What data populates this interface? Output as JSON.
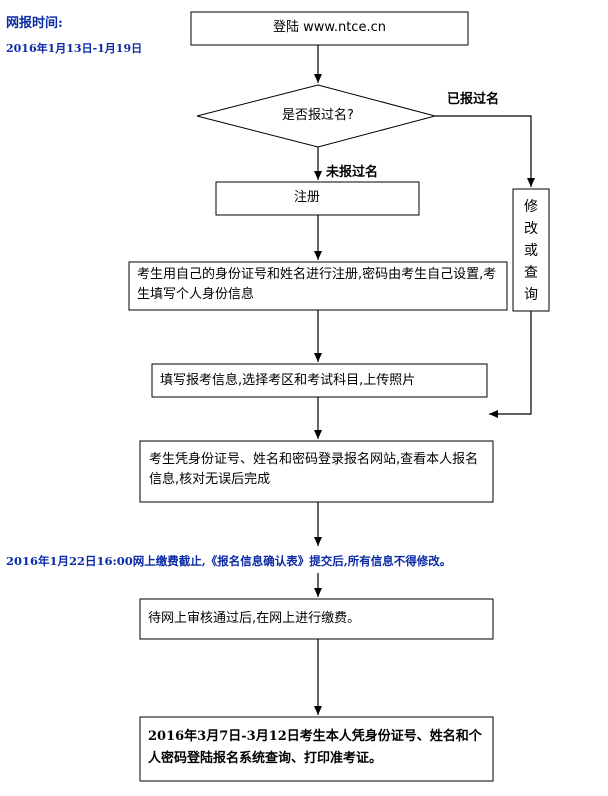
{
  "header": {
    "title": "网报时间:",
    "date_range": "2016年1月13日-1月19日"
  },
  "nodes": {
    "login": "登陆 www.ntce.cn",
    "decision": "是否报过名?",
    "register": "注册",
    "id_register": "考生用自己的身份证号和姓名进行注册,密码由考生自己设置,考生填写个人身份信息",
    "fill_info": "填写报考信息,选择考区和考试科目,上传照片",
    "verify": "考生凭身份证号、姓名和密码登录报名网站,查看本人报名信息,核对无误后完成",
    "payment": "待网上审核通过后,在网上进行缴费。",
    "print": "2016年3月7日-3月12日考生本人凭身份证号、姓名和个人密码登陆报名系统查询、打印准考证。"
  },
  "side_node": {
    "chars": [
      "修",
      "改",
      "或",
      "查",
      "询"
    ]
  },
  "edge_labels": {
    "registered": "已报过名",
    "not_registered": "未报过名"
  },
  "deadline_note": "2016年1月22日16:00网上缴费截止,《报名信息确认表》提交后,所有信息不得修改。",
  "colors": {
    "accent_blue": "#0b2aa6",
    "line": "#000000"
  }
}
